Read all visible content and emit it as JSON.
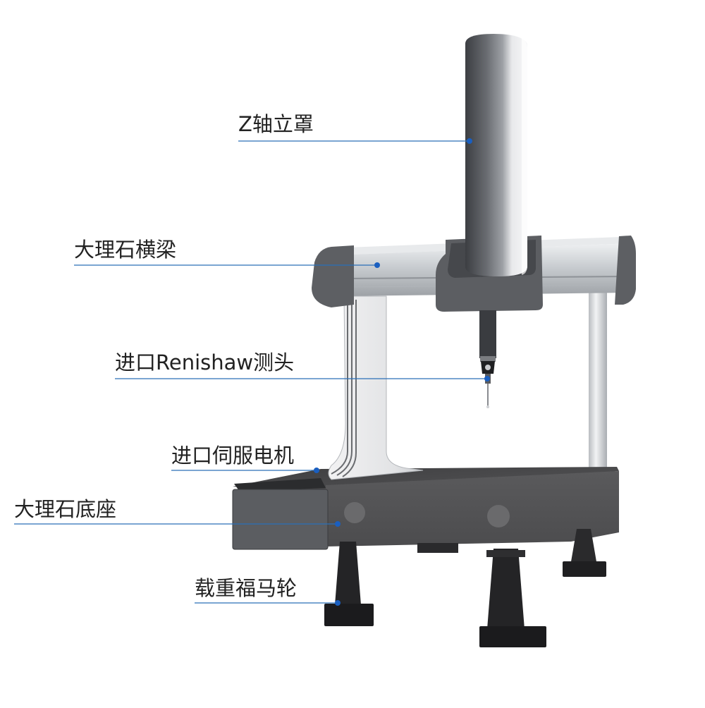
{
  "callouts": {
    "z_axis_cover": "Z轴立罩",
    "marble_beam": "大理石横梁",
    "renishaw_probe": "进口Renishaw测头",
    "servo_motor": "进口伺服电机",
    "marble_base": "大理石底座",
    "caster_wheels": "载重福马轮"
  },
  "colors": {
    "leader_line": "#2a6fb8",
    "leader_dot": "#1a5fc0",
    "granite": "#4a4a4c",
    "aluminum": "#c9ccd0",
    "dark_housing": "#5a5c60",
    "feet": "#1e1e20"
  }
}
